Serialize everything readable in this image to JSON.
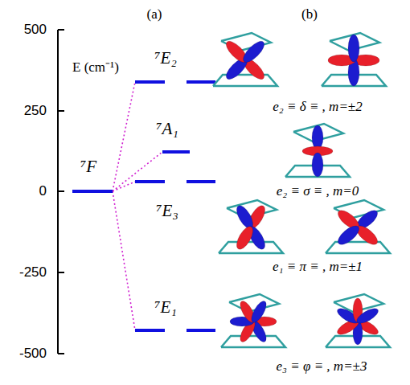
{
  "diagram": {
    "labels": [
      "(a)",
      "(b)",
      "500",
      "250",
      "0",
      "-250",
      "-500",
      "E (cm⁻¹)",
      "⁷F",
      "⁷E₂",
      "⁷A₁",
      "⁷E₃",
      "⁷E₁",
      "e₂ ≡ δ ≡ , m=±2",
      "e₂ ≡ σ ≡ , m=0",
      "e₁ ≡ π ≡ , m=±1",
      "e₃ ≡ φ ≡ , m=±3"
    ]
  }
}
